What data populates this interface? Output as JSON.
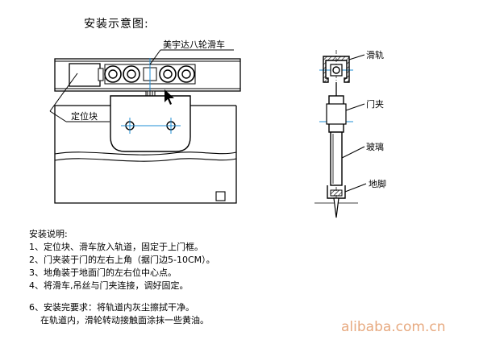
{
  "title": "安装示意图:",
  "callouts": {
    "roller": "美宇达八轮滑车",
    "stopper": "定位块",
    "rail": "滑轨",
    "clamp": "门夹",
    "glass": "玻璃",
    "floor_pivot": "地脚"
  },
  "instructions": {
    "heading": "安装说明:",
    "steps": [
      "1、定位块、滑车放入轨道，固定于上门框。",
      "2、门夹装于门的左右上角（据门边5-10CM）。",
      "3、地角装于地面门的左右位中心点。",
      "4、将滑车,吊丝与门夹连接，调好固定。"
    ],
    "requirements": [
      "6、安装完要求：将轨道内灰尘擦拭干净。",
      "    在轨道内，滑轮转动接触面涂抹一些黄油。"
    ]
  },
  "watermark": "alibaba.com.cn",
  "colors": {
    "line": "#000000",
    "centerline": "#1f8fd6",
    "watermark": "#e7a97f"
  }
}
